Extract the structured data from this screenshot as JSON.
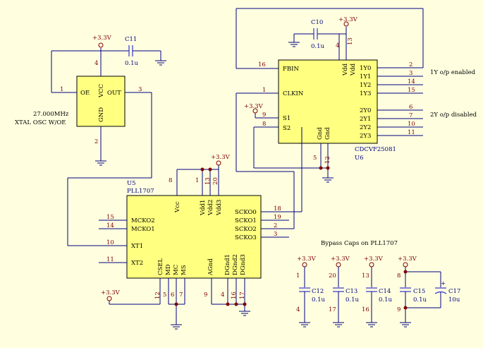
{
  "schematic": {
    "oscillator": {
      "ref": "",
      "pins": {
        "pin1": "1",
        "pin2": "2",
        "pin3": "3",
        "pin4": "4"
      },
      "labels": {
        "oe": "OE",
        "vcc": "VCC",
        "out": "OUT",
        "gnd": "GND"
      },
      "desc_line1": "27.000MHz",
      "desc_line2": "XTAL OSC W/OE"
    },
    "c11": {
      "ref": "C11",
      "value": "0.1u"
    },
    "c10": {
      "ref": "C10",
      "value": "0.1u"
    },
    "power": "+3.3V",
    "u6": {
      "ref": "U6",
      "part": "CDCVF25081",
      "left_pins": [
        {
          "num": "16",
          "name": "FBIN"
        },
        {
          "num": "1",
          "name": "CLKIN"
        },
        {
          "num": "9",
          "name": "S1"
        },
        {
          "num": "8",
          "name": "S2"
        }
      ],
      "top_pins": [
        {
          "num": "4",
          "name": "Vdd"
        },
        {
          "num": "13",
          "name": "Vdd"
        }
      ],
      "bottom_pins": [
        {
          "num": "5",
          "name": "Gnd"
        },
        {
          "num": "12",
          "name": "Gnd"
        }
      ],
      "right_pins": [
        {
          "num": "2",
          "name": "1Y0"
        },
        {
          "num": "3",
          "name": "1Y1"
        },
        {
          "num": "14",
          "name": "1Y2"
        },
        {
          "num": "15",
          "name": "1Y3"
        },
        {
          "num": "6",
          "name": "2Y0"
        },
        {
          "num": "7",
          "name": "2Y1"
        },
        {
          "num": "10",
          "name": "2Y2"
        },
        {
          "num": "11",
          "name": "2Y3"
        }
      ],
      "note1": "1Y o/p enabled",
      "note2": "2Y o/p disabled"
    },
    "u5": {
      "ref": "U5",
      "part": "PLL1707",
      "top_pins": [
        {
          "num": "8",
          "name": "Vcc"
        },
        {
          "num": "1",
          "name": "Vdd1"
        },
        {
          "num": "13",
          "name": "Vdd2"
        },
        {
          "num": "20",
          "name": "Vdd3"
        }
      ],
      "left_pins": [
        {
          "num": "15",
          "name": "MCKO2"
        },
        {
          "num": "14",
          "name": "MCKO1"
        },
        {
          "num": "10",
          "name": "XT1"
        },
        {
          "num": "11",
          "name": "XT2"
        }
      ],
      "right_pins": [
        {
          "num": "18",
          "name": "SCKO0"
        },
        {
          "num": "19",
          "name": "SCKO1"
        },
        {
          "num": "2",
          "name": "SCKO2"
        },
        {
          "num": "3",
          "name": "SCKO3"
        }
      ],
      "bottom_pins": [
        {
          "num": "12",
          "name": "CSEL"
        },
        {
          "num": "5",
          "name": "MD"
        },
        {
          "num": "6",
          "name": "MC"
        },
        {
          "num": "7",
          "name": "MS"
        },
        {
          "num": "9",
          "name": "AGnd"
        },
        {
          "num": "4",
          "name": "DGnd1"
        },
        {
          "num": "16",
          "name": "DGnd2"
        },
        {
          "num": "17",
          "name": "DGnd3"
        }
      ]
    },
    "bypass": {
      "title": "Bypass Caps on PLL1707",
      "caps": [
        {
          "ref": "C12",
          "value": "0.1u",
          "top": "1",
          "bottom": "4"
        },
        {
          "ref": "C13",
          "value": "0.1u",
          "top": "20",
          "bottom": "17"
        },
        {
          "ref": "C14",
          "value": "0.1u",
          "top": "13",
          "bottom": "16"
        },
        {
          "ref": "C15",
          "value": "0.1u",
          "top": "8",
          "bottom": "9"
        }
      ],
      "c17": {
        "ref": "C17",
        "value": "10u",
        "plus": "+"
      }
    }
  }
}
